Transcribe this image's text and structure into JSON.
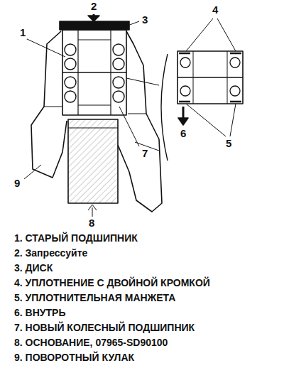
{
  "diagram": {
    "labels": [
      "1",
      "2",
      "3",
      "4",
      "5",
      "6",
      "7",
      "8",
      "9",
      "1. СТАРЫЙ ПОДШИПНИК",
      "2. Запрессуйте",
      "3. ДИСК",
      "4. УПЛОТНЕНИЕ С ДВОЙНОЙ КРОМКОЙ",
      "5. УПЛОТНИТЕЛЬНАЯ МАНЖЕТА",
      "6. ВНУТРЬ",
      "7. НОВЫЙ КОЛЕСНЫЙ ПОДШИПНИК",
      "8. ОСНОВАНИЕ, 07965-SD90100",
      "9. ПОВОРОТНЫЙ КУЛАК"
    ]
  }
}
